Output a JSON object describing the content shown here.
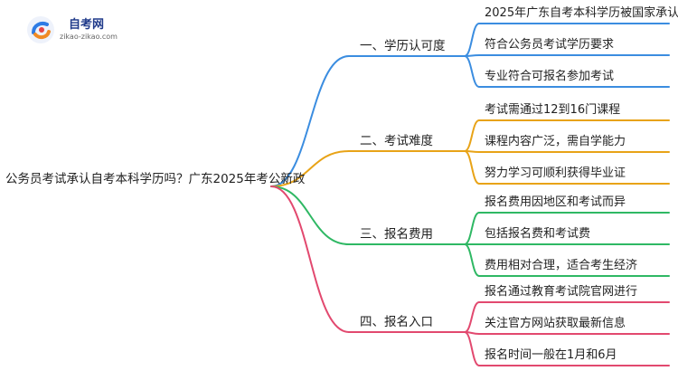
{
  "logo": {
    "title": "自考网",
    "subtitle": "zikao-zikao.com"
  },
  "root": {
    "label": "公务员考试承认自考本科学历吗？广东2025年考公新政"
  },
  "branches": [
    {
      "label": "一、学历认可度",
      "color": "#3b8de0",
      "leaves": [
        "2025年广东自考本科学历被国家承认",
        "符合公务员考试学历要求",
        "专业符合可报名参加考试"
      ]
    },
    {
      "label": "二、考试难度",
      "color": "#e8a317",
      "leaves": [
        "考试需通过12到16门课程",
        "课程内容广泛，需自学能力",
        "努力学习可顺利获得毕业证"
      ]
    },
    {
      "label": "三、报名费用",
      "color": "#2fb864",
      "leaves": [
        "报名费用因地区和考试而异",
        "包括报名费和考试费",
        "费用相对合理，适合考生经济"
      ]
    },
    {
      "label": "四、报名入口",
      "color": "#e2496f",
      "leaves": [
        "报名通过教育考试院官网进行",
        "关注官方网站获取最新信息",
        "报名时间一般在1月和6月"
      ]
    }
  ]
}
